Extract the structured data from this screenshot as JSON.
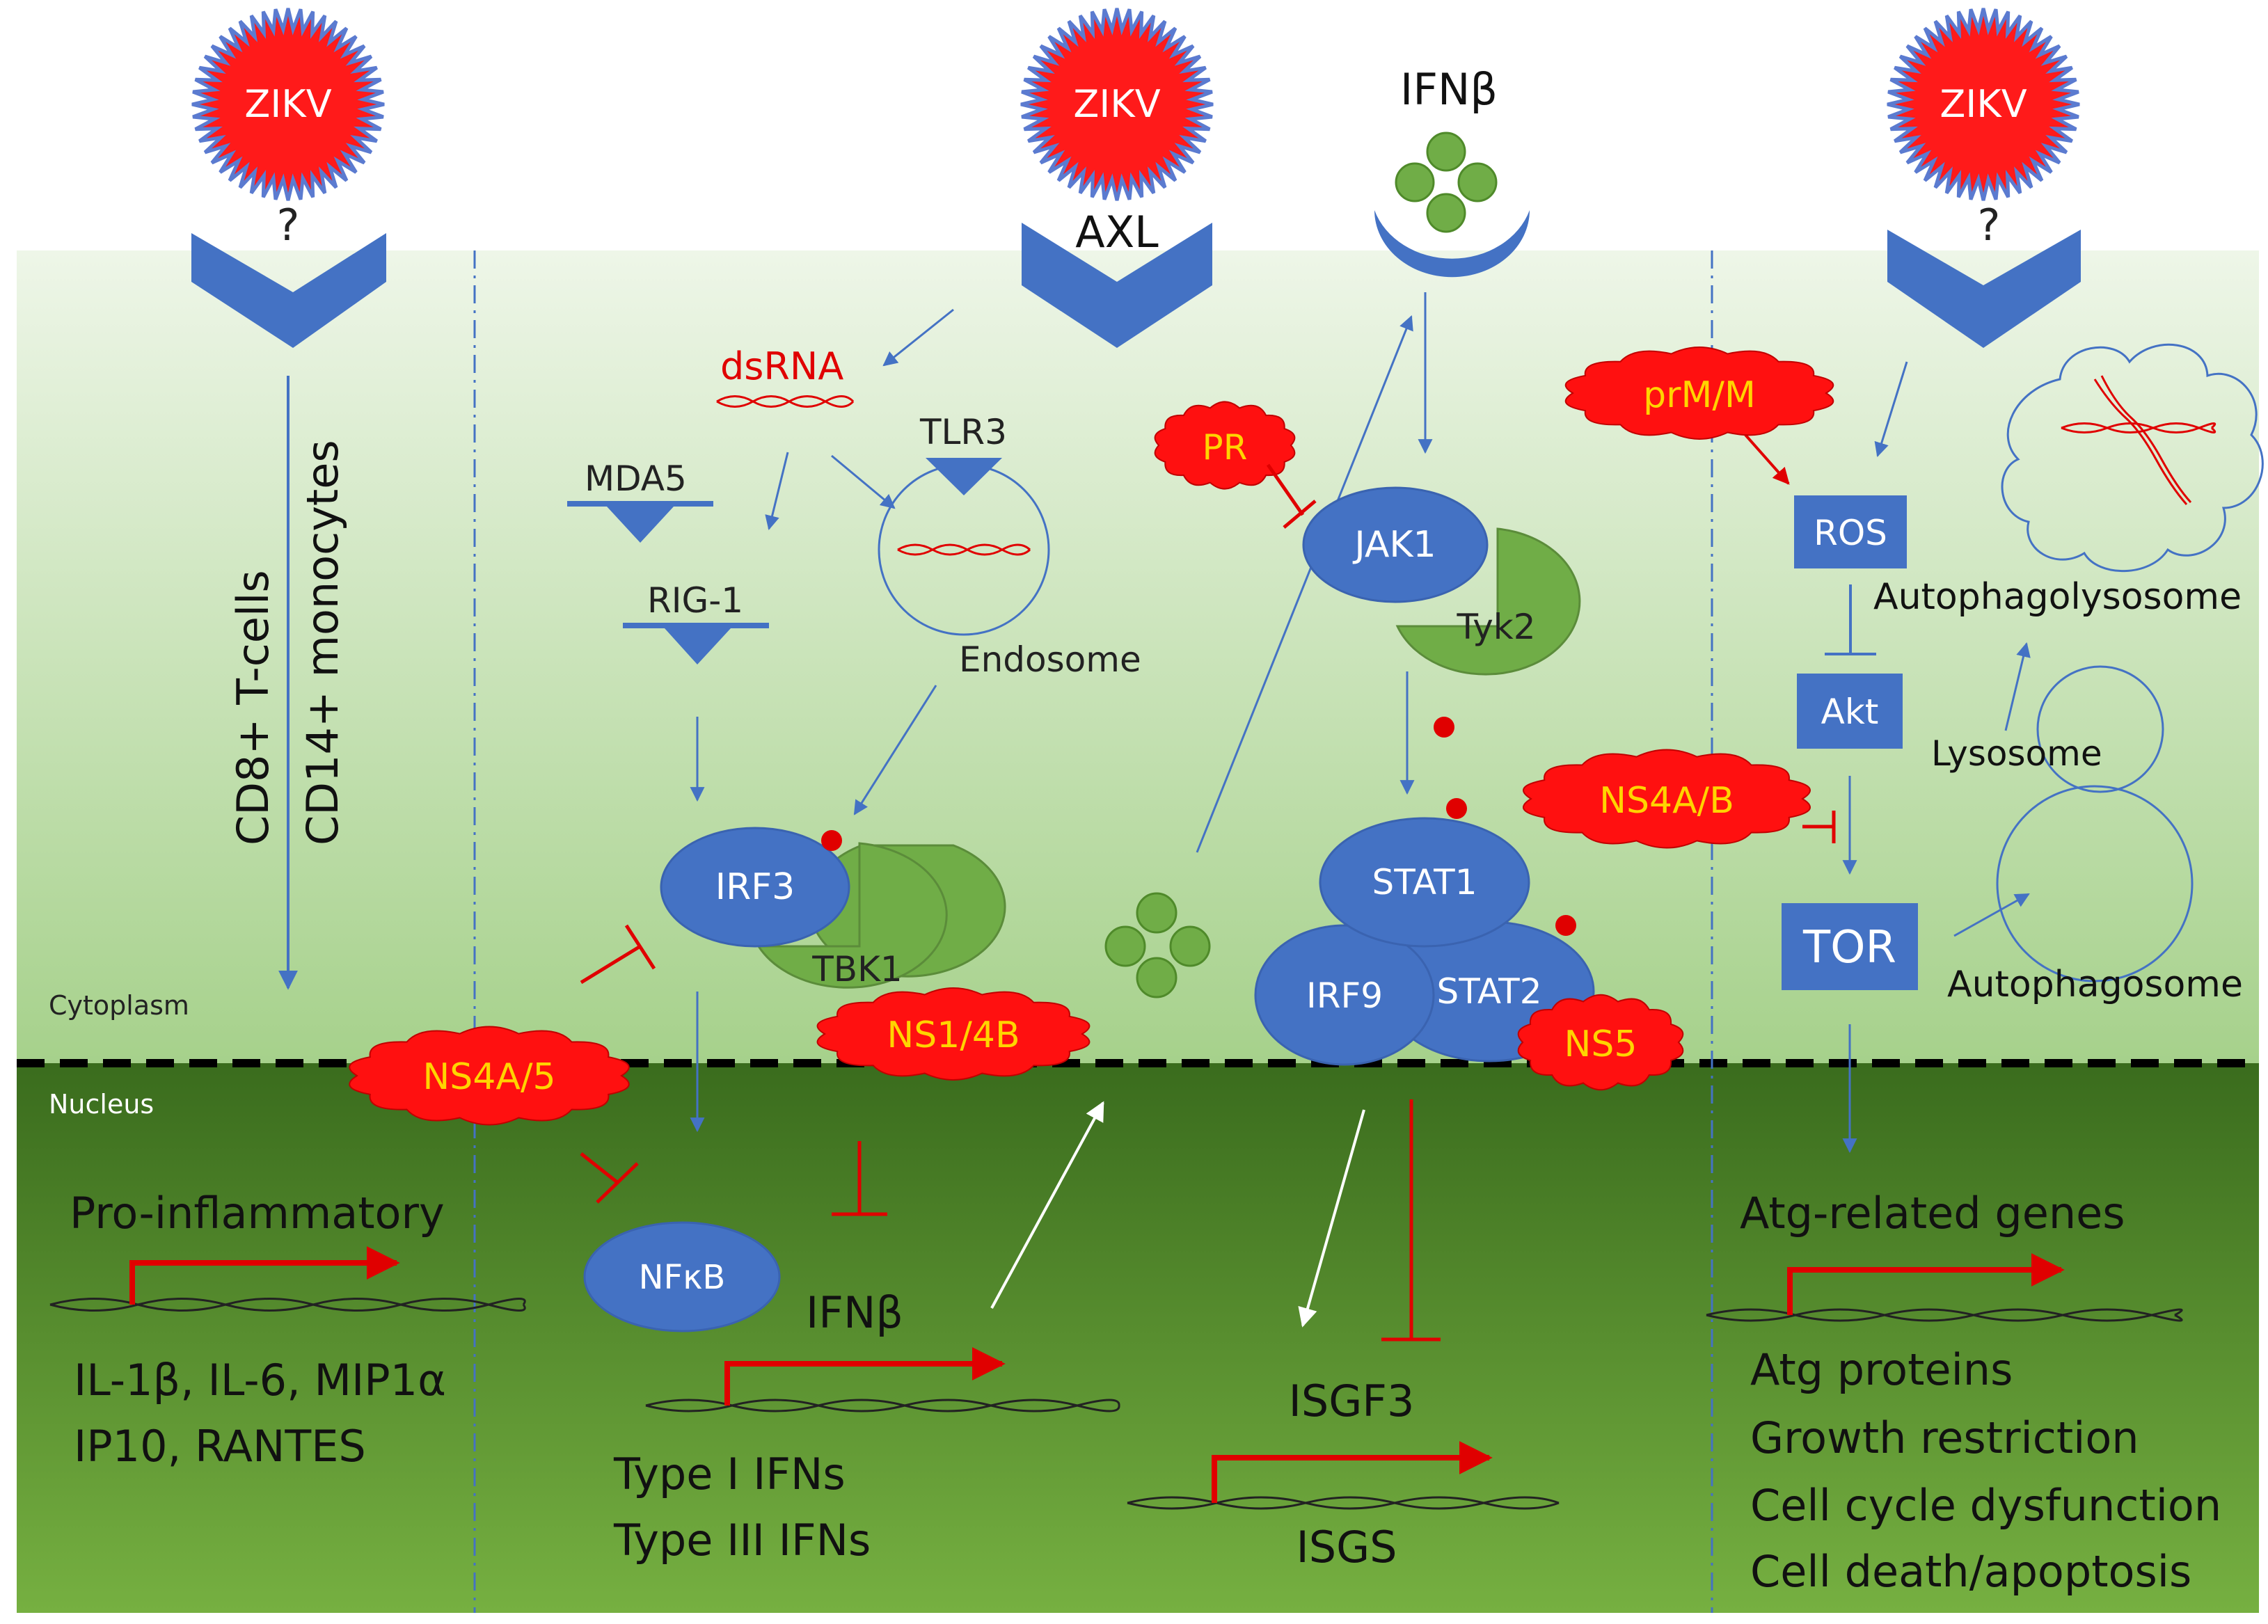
{
  "virus": {
    "label": "ZIKV"
  },
  "receptors": {
    "unknown_left": "?",
    "axl": "AXL",
    "unknown_right": "?"
  },
  "compartments": {
    "cytoplasm": "Cytoplasm",
    "nucleus": "Nucleus"
  },
  "panel1": {
    "cells_line1": "CD8+ T-cells",
    "cells_line2": "CD14+ monocytes",
    "gene_heading": "Pro-inflammatory",
    "outputs": [
      "IL-1β, IL-6, MIP1α",
      "IP10, RANTES"
    ]
  },
  "panel2": {
    "dsrna": "dsRNA",
    "tlr3": "TLR3",
    "mda5": "MDA5",
    "rig1": "RIG-1",
    "endosome": "Endosome",
    "irf3": "IRF3",
    "tbk1": "TBK1",
    "nfkb": "NFκB",
    "ifnb_gene": "IFNβ",
    "outputs": [
      "Type I IFNs",
      "Type III IFNs"
    ]
  },
  "panel3": {
    "ifnb": "IFNβ",
    "jak1": "JAK1",
    "tyk2": "Tyk2",
    "stat1": "STAT1",
    "irf9": "IRF9",
    "stat2": "STAT2",
    "isgf3": "ISGF3",
    "isgs": "ISGS"
  },
  "panel4": {
    "ros": "ROS",
    "akt": "Akt",
    "tor": "TOR",
    "autophagolysosome": "Autophagolysosome",
    "lysosome": "Lysosome",
    "autophagosome": "Autophagosome",
    "gene_heading": "Atg-related genes",
    "outputs": [
      "Atg proteins",
      "Growth restriction",
      "Cell cycle dysfunction",
      "Cell death/apoptosis"
    ]
  },
  "viral_proteins": {
    "ns4a5": "NS4A/5",
    "ns14b": "NS1/4B",
    "pr": "PR",
    "ns5": "NS5",
    "prmm": "prM/M",
    "ns4ab": "NS4A/B"
  },
  "colors": {
    "cytoplasm_top": "#eef6e8",
    "cytoplasm_bottom": "#a5d08a",
    "nucleus_top": "#3b6e1e",
    "nucleus_bottom": "#73ad3e",
    "protein_blue": "#4472c4",
    "protein_green": "#70ad47",
    "virus_red": "#ff0000",
    "viral_text": "#ffd400",
    "inhibit_red": "#e00000"
  }
}
